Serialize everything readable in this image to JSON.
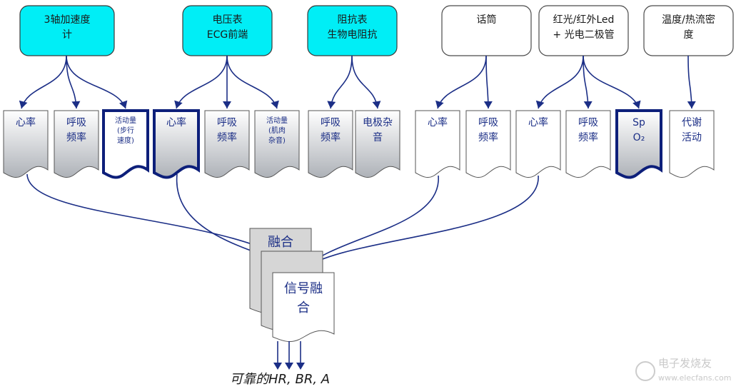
{
  "sources": [
    {
      "id": "accel",
      "lines": [
        "3轴加速度",
        "计"
      ],
      "style": "cyan"
    },
    {
      "id": "ecg",
      "lines": [
        "电压表",
        "ECG前端"
      ],
      "style": "cyan"
    },
    {
      "id": "bioz",
      "lines": [
        "阻抗表",
        "生物电阻抗"
      ],
      "style": "cyan"
    },
    {
      "id": "mic",
      "lines": [
        "话筒"
      ],
      "style": "white"
    },
    {
      "id": "led",
      "lines": [
        "红光/红外Led",
        "+ 光电二极管"
      ],
      "style": "white"
    },
    {
      "id": "temp",
      "lines": [
        "温度/热流密",
        "度"
      ],
      "style": "white"
    }
  ],
  "signals": [
    {
      "lines": [
        "心率"
      ],
      "shade": true,
      "bold": false
    },
    {
      "lines": [
        "呼吸",
        "频率"
      ],
      "shade": true,
      "bold": false
    },
    {
      "lines": [
        "活动量",
        "(步行",
        "速度)"
      ],
      "shade": false,
      "bold": true,
      "small": true
    },
    {
      "lines": [
        "心率"
      ],
      "shade": true,
      "bold": true
    },
    {
      "lines": [
        "呼吸",
        "频率"
      ],
      "shade": true,
      "bold": false
    },
    {
      "lines": [
        "活动量",
        "(肌肉",
        "杂音)"
      ],
      "shade": true,
      "bold": false,
      "small": true
    },
    {
      "lines": [
        "呼吸",
        "频率"
      ],
      "shade": true,
      "bold": false
    },
    {
      "lines": [
        "电极杂",
        "音"
      ],
      "shade": true,
      "bold": false
    },
    {
      "lines": [
        "心率"
      ],
      "shade": false,
      "bold": false
    },
    {
      "lines": [
        "呼吸",
        "频率"
      ],
      "shade": false,
      "bold": false
    },
    {
      "lines": [
        "心率"
      ],
      "shade": false,
      "bold": false
    },
    {
      "lines": [
        "呼吸",
        "频率"
      ],
      "shade": false,
      "bold": false
    },
    {
      "lines": [
        "Sp",
        "O₂"
      ],
      "shade": true,
      "bold": true
    },
    {
      "lines": [
        "代谢",
        "活动"
      ],
      "shade": false,
      "bold": false
    }
  ],
  "fusion": {
    "back_label": "融合",
    "front_lines": [
      "信号融",
      "合"
    ]
  },
  "output_label": "可靠的HR, BR, A",
  "watermark": {
    "cn": "电子发烧友",
    "en": "www.elecfans.com"
  }
}
